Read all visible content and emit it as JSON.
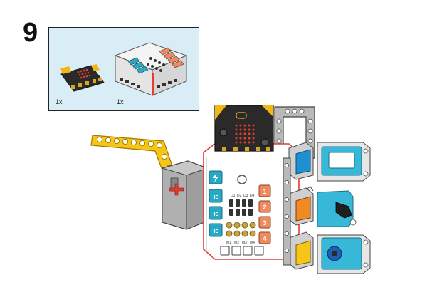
{
  "step": {
    "number": "9"
  },
  "parts": [
    {
      "name": "micro:bit board",
      "quantity": "1x"
    },
    {
      "name": "Nezha expansion board",
      "quantity": "1x"
    }
  ],
  "ports": [
    "1",
    "2",
    "3",
    "4"
  ],
  "iic_labels": [
    "IIC",
    "IIC",
    "IIC"
  ],
  "pin_labels": [
    "D1",
    "D2",
    "D3",
    "D4"
  ],
  "motor_labels": [
    "M1",
    "M2",
    "M3",
    "M4"
  ],
  "colors": {
    "parts_box_bg": "#d9edf7",
    "board_yellow": "#f2b714",
    "board_dark": "#2a2a2a",
    "port_orange": "#f08a5d",
    "port_cyan": "#27a9c6",
    "beam_yellow": "#f5c518",
    "gray_frame": "#b9b9b9",
    "sensor_blue": "#1e8fd0",
    "oled_cyan": "#38b8d8",
    "knob_orange": "#f08a24",
    "knob_yellow": "#f5c518",
    "red_accent": "#e63b2e"
  }
}
